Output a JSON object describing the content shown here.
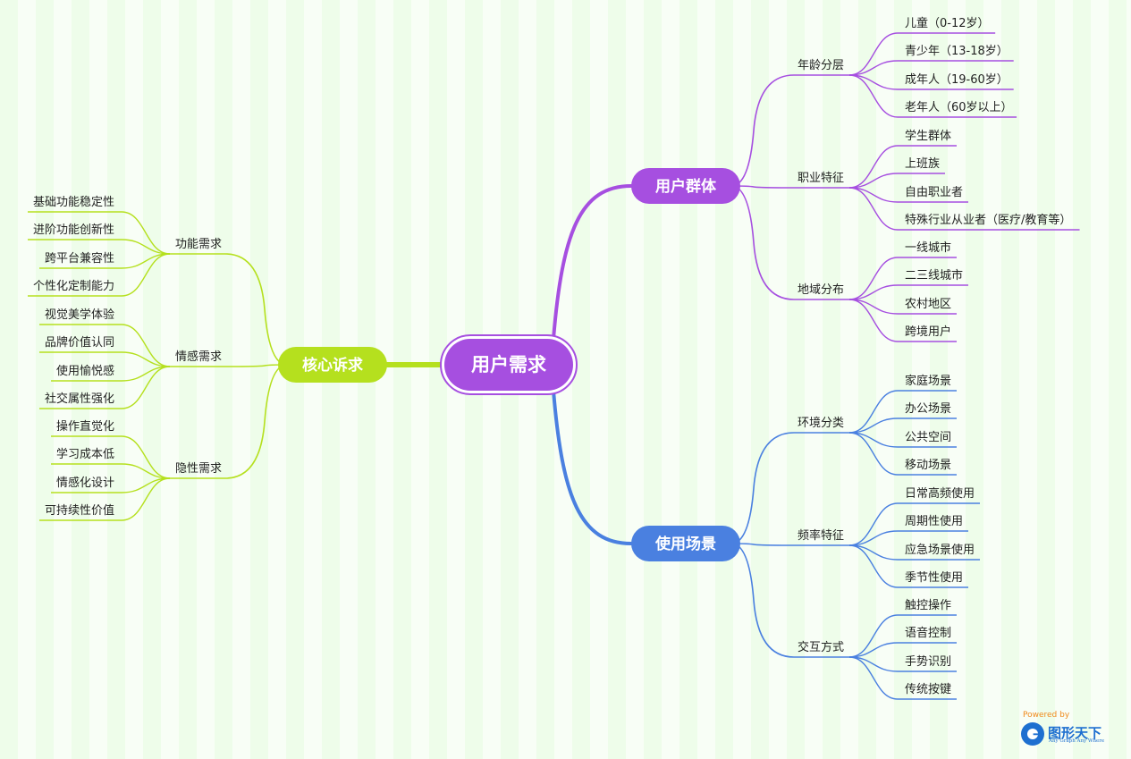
{
  "root": {
    "label": "用户需求",
    "color": "#a64fe0"
  },
  "branches": [
    {
      "label": "用户群体",
      "color": "#a64fe0",
      "side": "right",
      "groups": [
        {
          "label": "年龄分层",
          "items": [
            "儿童（0-12岁）",
            "青少年（13-18岁）",
            "成年人（19-60岁）",
            "老年人（60岁以上）"
          ]
        },
        {
          "label": "职业特征",
          "items": [
            "学生群体",
            "上班族",
            "自由职业者",
            "特殊行业从业者（医疗/教育等）"
          ]
        },
        {
          "label": "地域分布",
          "items": [
            "一线城市",
            "二三线城市",
            "农村地区",
            "跨境用户"
          ]
        }
      ]
    },
    {
      "label": "使用场景",
      "color": "#4a80e0",
      "side": "right",
      "groups": [
        {
          "label": "环境分类",
          "items": [
            "家庭场景",
            "办公场景",
            "公共空间",
            "移动场景"
          ]
        },
        {
          "label": "频率特征",
          "items": [
            "日常高频使用",
            "周期性使用",
            "应急场景使用",
            "季节性使用"
          ]
        },
        {
          "label": "交互方式",
          "items": [
            "触控操作",
            "语音控制",
            "手势识别",
            "传统按键"
          ]
        }
      ]
    },
    {
      "label": "核心诉求",
      "color": "#b5e01e",
      "side": "left",
      "groups": [
        {
          "label": "功能需求",
          "items": [
            "基础功能稳定性",
            "进阶功能创新性",
            "跨平台兼容性",
            "个性化定制能力"
          ]
        },
        {
          "label": "情感需求",
          "items": [
            "视觉美学体验",
            "品牌价值认同",
            "使用愉悦感",
            "社交属性强化"
          ]
        },
        {
          "label": "隐性需求",
          "items": [
            "操作直觉化",
            "学习成本低",
            "情感化设计",
            "可持续性价值"
          ]
        }
      ]
    }
  ],
  "branding": {
    "powered_by": "Powered by",
    "name": "图形天下",
    "tagline": "Any Graph Any Where",
    "accent": "#1e6fd0",
    "powered_color": "#f08a1c"
  }
}
